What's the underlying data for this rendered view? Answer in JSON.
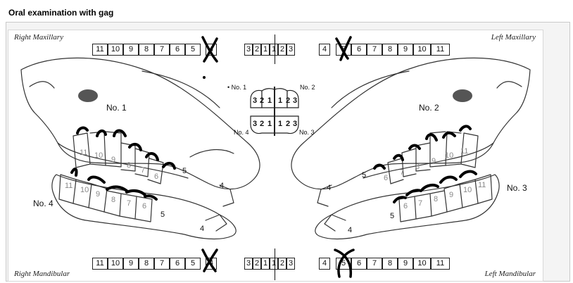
{
  "header": {
    "title": "Oral examination with gag"
  },
  "chart": {
    "corners": {
      "right_maxillary": "Right Maxillary",
      "left_maxillary": "Left Maxillary",
      "right_mandibular": "Right Mandibular",
      "left_mandibular": "Left Mandibular"
    },
    "quadrants": {
      "no1": "No. 1",
      "no2": "No. 2",
      "no3": "No. 3",
      "no4": "No. 4"
    },
    "center_labels": {
      "no1": "• No. 1",
      "no2": "No. 2",
      "no3": "No. 3",
      "no4": "No. 4"
    },
    "side_teeth": {
      "right_upper": [
        "11",
        "10",
        "9",
        "8",
        "7",
        "6"
      ],
      "right_lower": [
        "11",
        "10",
        "9",
        "8",
        "7",
        "6"
      ],
      "left_upper": [
        "6",
        "7",
        "8",
        "9",
        "10",
        "11"
      ],
      "left_lower": [
        "6",
        "7",
        "8",
        "9",
        "10",
        "11"
      ],
      "five": "5",
      "four": "4"
    },
    "top_row": {
      "left_group": [
        "11",
        "10",
        "9",
        "8",
        "7",
        "6",
        "5"
      ],
      "left_four": "4",
      "incisors": [
        "3",
        "2",
        "1",
        "1",
        "2",
        "3"
      ],
      "right_four": "4",
      "right_group": [
        "5",
        "6",
        "7",
        "8",
        "9",
        "10",
        "11"
      ]
    },
    "bottom_row": {
      "left_group": [
        "11",
        "10",
        "9",
        "8",
        "7",
        "6",
        "5"
      ],
      "left_four": "4",
      "incisors": [
        "3",
        "2",
        "1",
        "1",
        "2",
        "3"
      ],
      "right_four": "4",
      "right_group": [
        "5",
        "6",
        "7",
        "8",
        "9",
        "10",
        "11"
      ]
    },
    "incisor_diagram": {
      "upper": [
        "3",
        "2",
        "1",
        "1",
        "2",
        "3"
      ],
      "lower": [
        "3",
        "2",
        "1",
        "1",
        "2",
        "3"
      ]
    }
  },
  "marks": {
    "x_color": "#000000"
  }
}
